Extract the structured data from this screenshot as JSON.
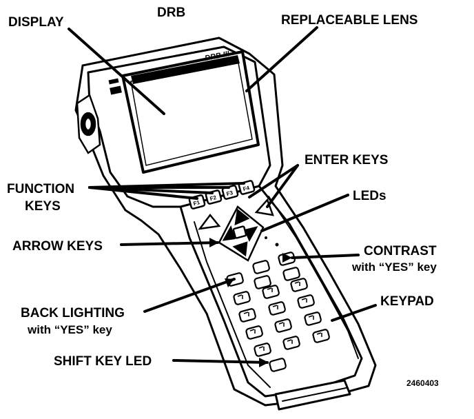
{
  "diagram": {
    "title": "DRB",
    "figure_number": "2460403",
    "device_screen_text": "DRB III",
    "labels": {
      "display": "DISPLAY",
      "replaceable_lens": "REPLACEABLE LENS",
      "enter_keys": "ENTER KEYS",
      "function_keys_line1": "FUNCTION",
      "function_keys_line2": "KEYS",
      "leds": "LEDs",
      "arrow_keys": "ARROW KEYS",
      "contrast_line1": "CONTRAST",
      "contrast_line2": "with “YES” key",
      "keypad": "KEYPAD",
      "back_lighting_line1": "BACK LIGHTING",
      "back_lighting_line2": "with “YES” key",
      "shift_key_led": "SHIFT KEY LED"
    },
    "function_key_labels": [
      "F1",
      "F2",
      "F3",
      "F4"
    ]
  }
}
